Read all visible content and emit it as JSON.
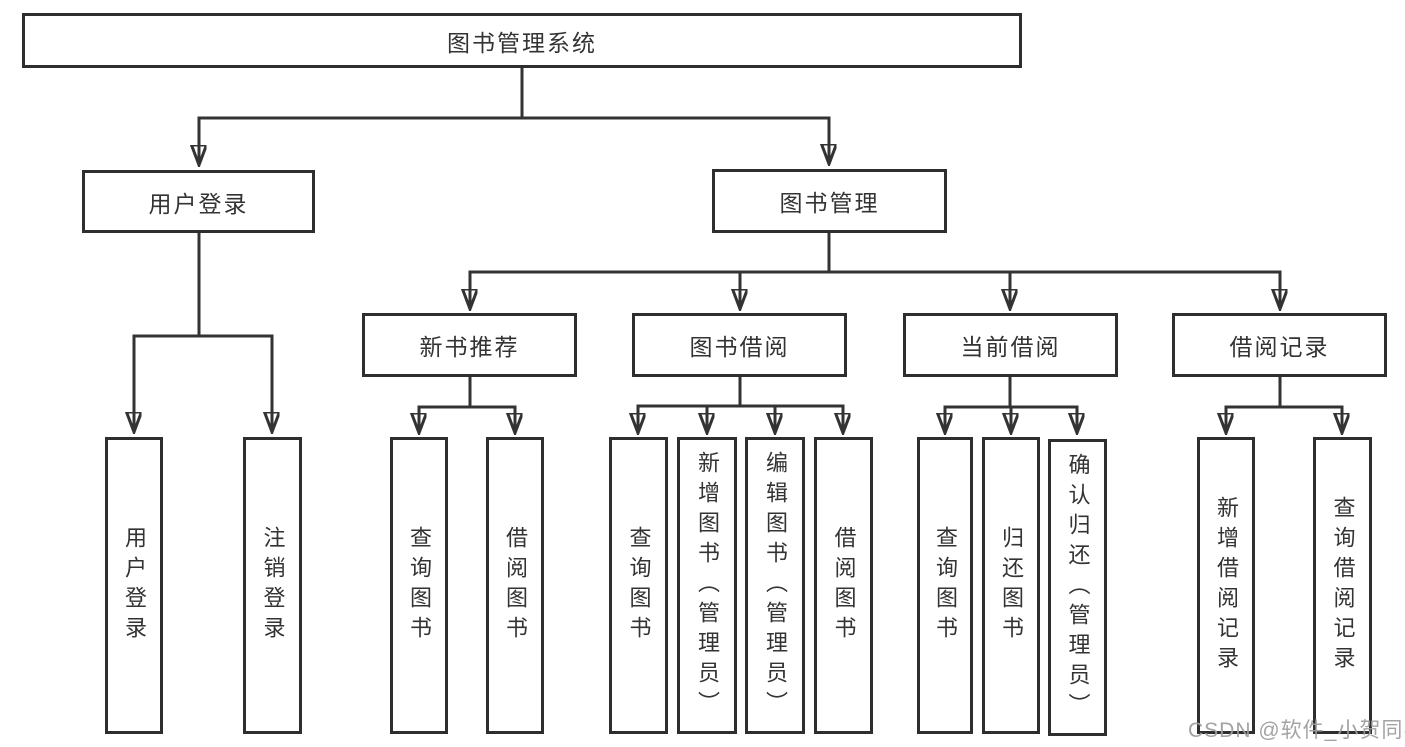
{
  "diagram": {
    "title": "图书管理系统",
    "watermark": "CSDN @软件_小贺同学",
    "colors": {
      "background": "#ffffff",
      "line": "#333333",
      "box_border": "#2e2e2e",
      "text": "#333333",
      "watermark": "#9e9e9e"
    },
    "nodes": {
      "root": {
        "label": "图书管理系统"
      },
      "user_login": {
        "label": "用户登录"
      },
      "book_mgmt": {
        "label": "图书管理"
      },
      "new_book_rec": {
        "label": "新书推荐"
      },
      "book_borrow": {
        "label": "图书借阅"
      },
      "current_borrow": {
        "label": "当前借阅"
      },
      "borrow_records": {
        "label": "借阅记录"
      },
      "leaf_user_login": {
        "label": "用户登录"
      },
      "leaf_logout": {
        "label": "注销登录"
      },
      "leaf_nb_query": {
        "label": "查询图书"
      },
      "leaf_nb_borrow": {
        "label": "借阅图书"
      },
      "leaf_bb_query": {
        "label": "查询图书"
      },
      "leaf_bb_add": {
        "label": "新增图书（管理员）"
      },
      "leaf_bb_edit": {
        "label": "编辑图书（管理员）"
      },
      "leaf_bb_borrow": {
        "label": "借阅图书"
      },
      "leaf_cb_query": {
        "label": "查询图书"
      },
      "leaf_cb_return": {
        "label": "归还图书"
      },
      "leaf_cb_confirm": {
        "label": "确认归还（管理员）"
      },
      "leaf_br_add": {
        "label": "新增借阅记录"
      },
      "leaf_br_query": {
        "label": "查询借阅记录"
      }
    },
    "structure": {
      "图书管理系统": {
        "用户登录": [
          "用户登录",
          "注销登录"
        ],
        "图书管理": {
          "新书推荐": [
            "查询图书",
            "借阅图书"
          ],
          "图书借阅": [
            "查询图书",
            "新增图书（管理员）",
            "编辑图书（管理员）",
            "借阅图书"
          ],
          "当前借阅": [
            "查询图书",
            "归还图书",
            "确认归还（管理员）"
          ],
          "借阅记录": [
            "新增借阅记录",
            "查询借阅记录"
          ]
        }
      }
    }
  }
}
